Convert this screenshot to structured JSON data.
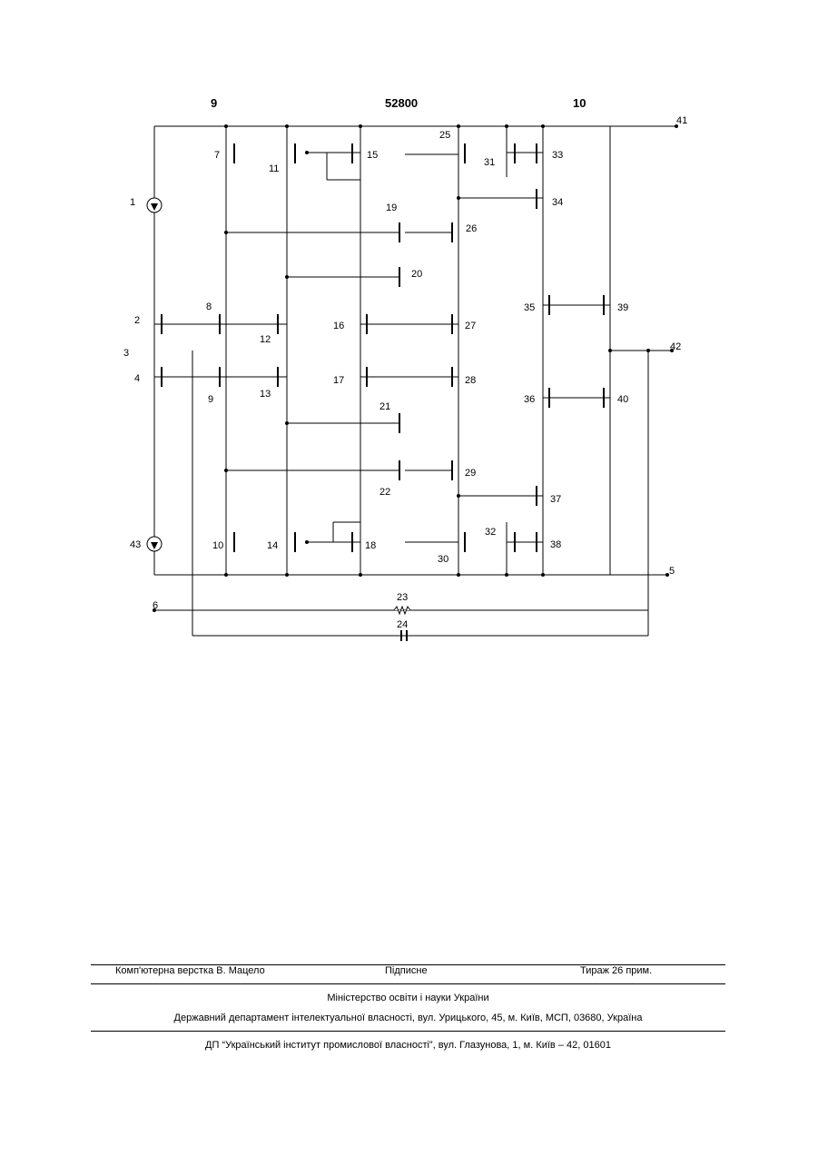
{
  "header": {
    "page_left": "9",
    "patent_number": "52800",
    "page_right": "10"
  },
  "circuit": {
    "transistor_labels": [
      "7",
      "11",
      "15",
      "25",
      "31",
      "33",
      "34",
      "19",
      "26",
      "20",
      "2",
      "8",
      "12",
      "16",
      "27",
      "35",
      "39",
      "3",
      "4",
      "9",
      "13",
      "17",
      "28",
      "36",
      "40",
      "21",
      "22",
      "29",
      "37",
      "10",
      "14",
      "18",
      "30",
      "32",
      "38"
    ],
    "node_labels": [
      "1",
      "41",
      "42",
      "43",
      "5",
      "6",
      "23",
      "24"
    ]
  },
  "footer": {
    "layout": "Комп'ютерна верстка В. Мацело",
    "signed": "Підписне",
    "print_run": "Тираж 26 прим.",
    "ministry": "Міністерство освіти і науки України",
    "department": "Державний департамент інтелектуальної власності, вул. Урицького, 45, м. Київ, МСП, 03680, Україна",
    "institute": "ДП “Український інститут промислової власності”, вул. Глазунова, 1, м. Київ – 42, 01601"
  }
}
